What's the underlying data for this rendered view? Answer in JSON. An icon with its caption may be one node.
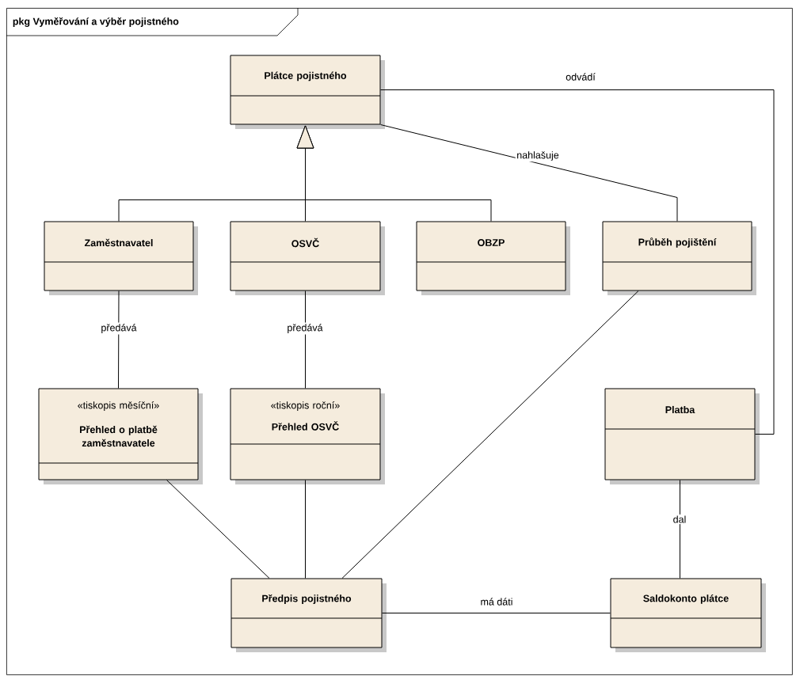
{
  "diagram": {
    "nodes": [
      {
        "text": [
          "pkg Vyměřování a výběr pojistného"
        ]
      },
      {
        "text": [
          "Plátce pojistného"
        ],
        "in": 0
      },
      {
        "text": [
          "Zaměstnavatel"
        ],
        "in": 0
      },
      {
        "text": [
          "OSVČ"
        ],
        "in": 0
      },
      {
        "text": [
          "OBZP"
        ],
        "in": 0
      },
      {
        "text": [
          "Průběh pojištění"
        ],
        "in": 0
      },
      {
        "text": [
          "«tiskopis měsíční»",
          "Přehled o platbě zaměstnavatele"
        ],
        "in": 0
      },
      {
        "text": [
          "«tiskopis roční»",
          "Přehled OSVČ"
        ],
        "in": 0
      },
      {
        "text": [
          "Platba"
        ],
        "in": 0
      },
      {
        "text": [
          "Předpis pojistného"
        ],
        "in": 0
      },
      {
        "text": [
          "Saldokonto plátce"
        ],
        "in": 0
      }
    ],
    "edges": [
      {
        "from": 2,
        "to": 1,
        "arrow": "to"
      },
      {
        "from": 3,
        "to": 1,
        "arrow": "to"
      },
      {
        "from": 4,
        "to": 1,
        "arrow": "to"
      },
      {
        "from": 1,
        "to": 8,
        "arrow": "none",
        "label": "odvádí"
      },
      {
        "from": 1,
        "to": 5,
        "arrow": "none",
        "label": "nahlašuje"
      },
      {
        "from": 2,
        "to": 6,
        "arrow": "none",
        "label": "předává"
      },
      {
        "from": 3,
        "to": 7,
        "arrow": "none",
        "label": "předává"
      },
      {
        "from": 6,
        "to": 9,
        "arrow": "none"
      },
      {
        "from": 7,
        "to": 9,
        "arrow": "none"
      },
      {
        "from": 5,
        "to": 9,
        "arrow": "none"
      },
      {
        "from": 8,
        "to": 10,
        "arrow": "none",
        "label": "dal"
      },
      {
        "from": 9,
        "to": 10,
        "arrow": "none",
        "label": "má dáti"
      }
    ]
  }
}
